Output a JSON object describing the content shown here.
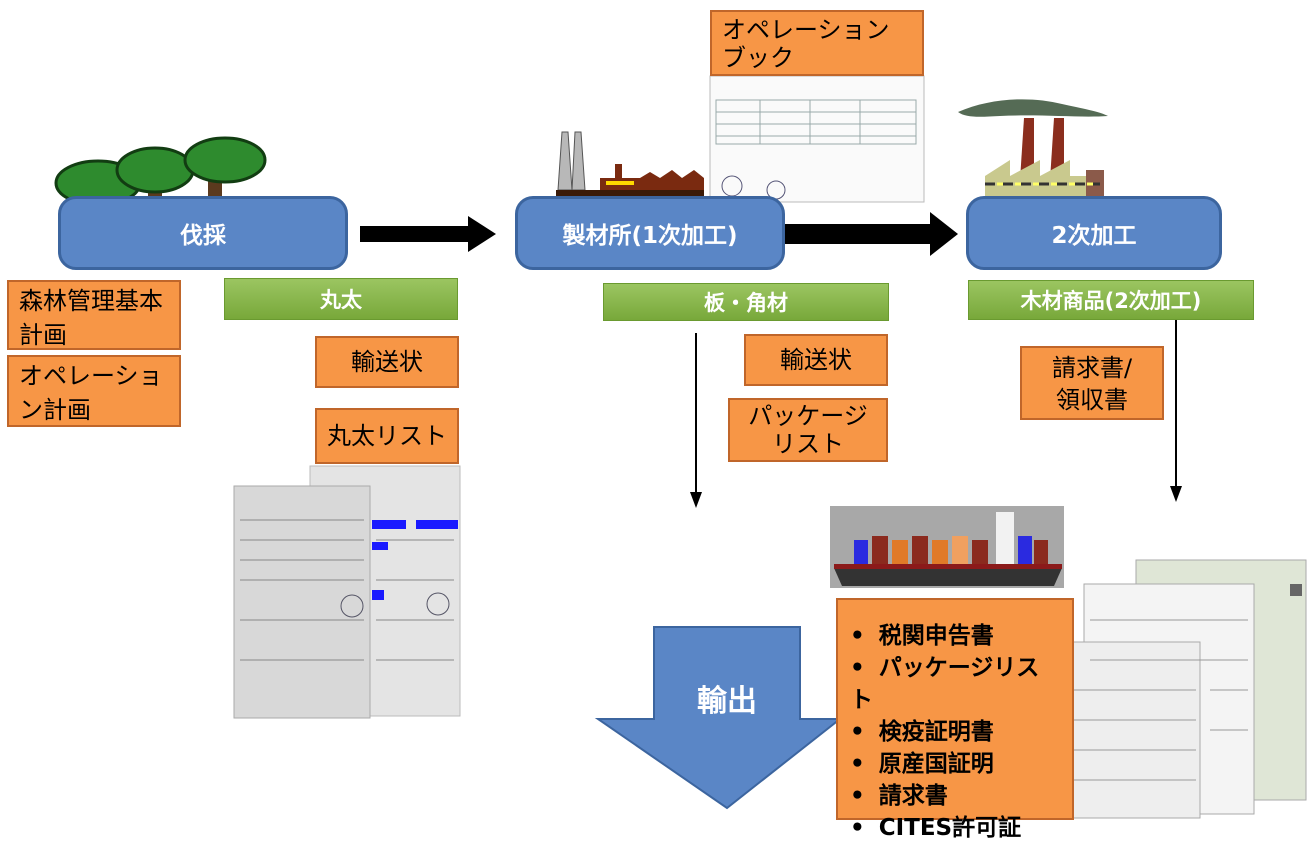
{
  "stages": {
    "logging": "伐採",
    "sawmill": "製材所(1次加工)",
    "secondary": "2次加工"
  },
  "products": {
    "logs": "丸太",
    "lumber": "板・角材",
    "wood_goods": "木材商品(2次加工)"
  },
  "documents": {
    "forest_plan": "森林管理基本計画",
    "operation_plan": "オペレーション計画",
    "transport_1": "輸送状",
    "log_list": "丸太リスト",
    "operation_book": "オペレーションブック",
    "transport_2": "輸送状",
    "package_list": "パッケージリスト",
    "invoice_receipt": "請求書/領収書"
  },
  "export": {
    "label": "輸出",
    "documents": [
      "税関申告書",
      "パッケージリスト",
      "検疫証明書",
      "原産国証明",
      "請求書",
      "CITES許可証"
    ]
  },
  "colors": {
    "stage_blue": "#5a86c6",
    "doc_orange": "#f79646",
    "product_green": "#8bb74d"
  },
  "icons": [
    "tree-icon",
    "factory-icon",
    "ship-icon",
    "down-arrow-icon",
    "right-arrow-icon"
  ]
}
